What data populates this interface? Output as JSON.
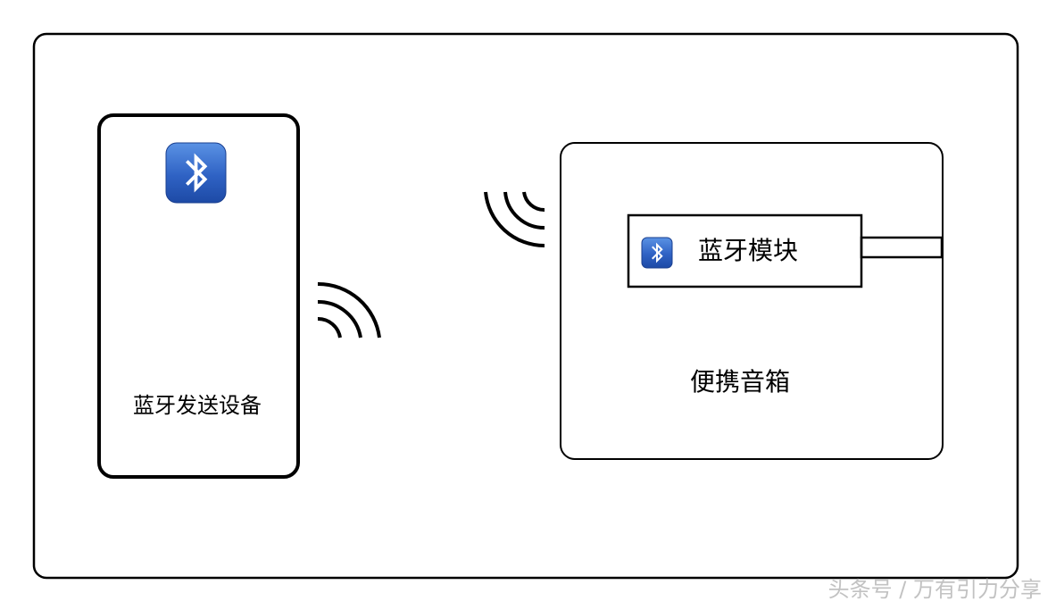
{
  "sender": {
    "label": "蓝牙发送设备",
    "icon": "bluetooth-icon"
  },
  "speaker": {
    "label": "便携音箱",
    "module": {
      "label": "蓝牙模块",
      "icon": "bluetooth-icon"
    }
  },
  "signals": [
    "wireless-signal-icon",
    "wireless-signal-icon"
  ],
  "watermark": "头条号 / 万有引力分享",
  "colors": {
    "line": "#000000",
    "bluetooth_dark": "#1f4fae",
    "bluetooth_light": "#4f86dc",
    "watermark": "#c2c2c2"
  }
}
